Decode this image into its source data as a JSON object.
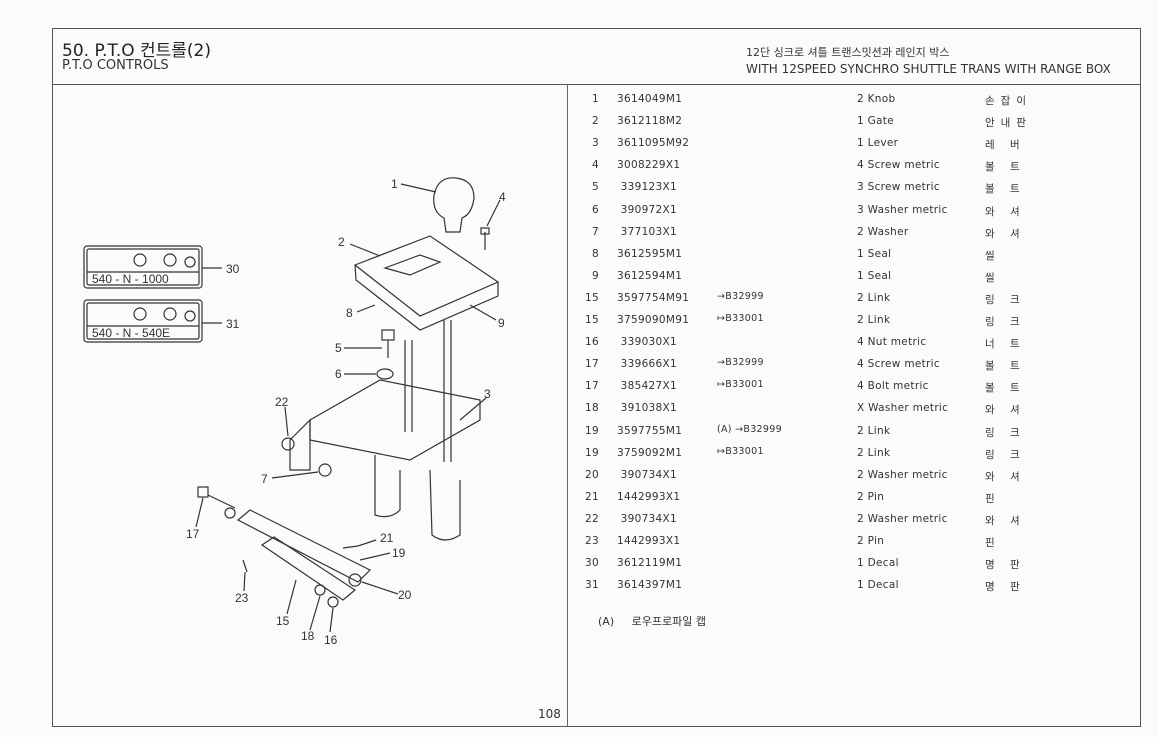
{
  "header": {
    "title": "50. P.T.O 컨트롤(2)",
    "subtitle": "P.T.O CONTROLS",
    "kr_desc": "12단 싱크로 셔틀 트랜스밋션과 레인지 박스",
    "en_desc": "WITH 12SPEED SYNCHRO SHUTTLE TRANS WITH RANGE BOX"
  },
  "parts": [
    {
      "no": "1",
      "part": "3614049M1",
      "note": "",
      "qty_desc": "2 Knob",
      "kr": "손잡이"
    },
    {
      "no": "2",
      "part": "3612118M2",
      "note": "",
      "qty_desc": "1 Gate",
      "kr": "안내판"
    },
    {
      "no": "3",
      "part": "3611095M92",
      "note": "",
      "qty_desc": "1 Lever",
      "kr": "레 버"
    },
    {
      "no": "4",
      "part": "3008229X1",
      "note": "",
      "qty_desc": "4 Screw metric",
      "kr": "볼 트"
    },
    {
      "no": "5",
      "part": " 339123X1",
      "note": "",
      "qty_desc": "3 Screw metric",
      "kr": "볼 트"
    },
    {
      "no": "6",
      "part": " 390972X1",
      "note": "",
      "qty_desc": "3 Washer metric",
      "kr": "와 셔"
    },
    {
      "no": "7",
      "part": " 377103X1",
      "note": "",
      "qty_desc": "2 Washer",
      "kr": "와 셔"
    },
    {
      "no": "8",
      "part": "3612595M1",
      "note": "",
      "qty_desc": "1 Seal",
      "kr": "씰"
    },
    {
      "no": "9",
      "part": "3612594M1",
      "note": "",
      "qty_desc": "1 Seal",
      "kr": "씰"
    },
    {
      "no": "15",
      "part": "3597754M91",
      "note": "→B32999",
      "qty_desc": "2 Link",
      "kr": "링 크"
    },
    {
      "no": "15",
      "part": "3759090M91",
      "note": "↦B33001",
      "qty_desc": "2 Link",
      "kr": "링 크"
    },
    {
      "no": "16",
      "part": " 339030X1",
      "note": "",
      "qty_desc": "4 Nut metric",
      "kr": "너 트"
    },
    {
      "no": "17",
      "part": " 339666X1",
      "note": "→B32999",
      "qty_desc": "4 Screw metric",
      "kr": "볼 트"
    },
    {
      "no": "17",
      "part": " 385427X1",
      "note": "↦B33001",
      "qty_desc": "4 Bolt metric",
      "kr": "볼 트"
    },
    {
      "no": "18",
      "part": " 391038X1",
      "note": "",
      "qty_desc": "X Washer metric",
      "kr": "와 셔"
    },
    {
      "no": "19",
      "part": "3597755M1",
      "note": "(A) →B32999",
      "qty_desc": "2 Link",
      "kr": "링 크"
    },
    {
      "no": "19",
      "part": "3759092M1",
      "note": "↦B33001",
      "qty_desc": "2 Link",
      "kr": "링 크"
    },
    {
      "no": "20",
      "part": " 390734X1",
      "note": "",
      "qty_desc": "2 Washer metric",
      "kr": "와 셔"
    },
    {
      "no": "21",
      "part": "1442993X1",
      "note": "",
      "qty_desc": "2 Pin",
      "kr": "핀"
    },
    {
      "no": "22",
      "part": " 390734X1",
      "note": "",
      "qty_desc": "2 Washer metric",
      "kr": "와 셔"
    },
    {
      "no": "23",
      "part": "1442993X1",
      "note": "",
      "qty_desc": "2 Pin",
      "kr": "핀"
    },
    {
      "no": "30",
      "part": "3612119M1",
      "note": "",
      "qty_desc": "1 Decal",
      "kr": "명 판"
    },
    {
      "no": "31",
      "part": "3614397M1",
      "note": "",
      "qty_desc": "1 Decal",
      "kr": "명 판"
    }
  ],
  "footnote": {
    "mark": "(A)",
    "text": "로우프로파일 캡"
  },
  "page_number": "108",
  "callouts": [
    "1",
    "4",
    "2",
    "30",
    "31",
    "8",
    "9",
    "5",
    "6",
    "3",
    "22",
    "7",
    "17",
    "21",
    "19",
    "23",
    "20",
    "15",
    "18",
    "16"
  ],
  "decal_text": {
    "d30": "540 - N - 1000",
    "d31": "540 - N - 540E"
  }
}
